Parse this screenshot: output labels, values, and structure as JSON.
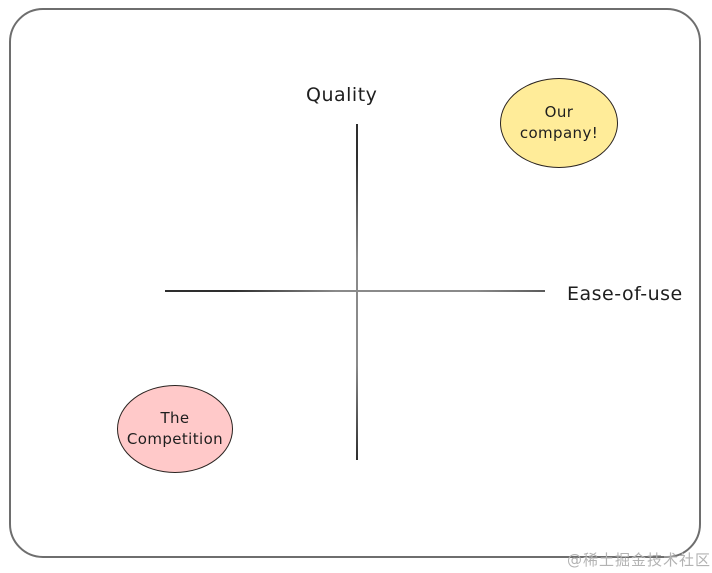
{
  "diagram": {
    "type": "quadrant-positioning-map",
    "axes": {
      "y_label": "Quality",
      "x_label": "Ease-of-use"
    },
    "nodes": {
      "our_company": {
        "label": "Our\ncompany!",
        "fill": "#ffec99",
        "stroke": "#2a2320",
        "quadrant": "top-right"
      },
      "competition": {
        "label": "The\nCompetition",
        "fill": "#ffc9c9",
        "stroke": "#2a2320",
        "quadrant": "bottom-left"
      }
    },
    "frame_stroke": "#6e6e6e"
  },
  "watermark": {
    "text": "@稀土掘金技术社区",
    "color": "#b3b3b3"
  }
}
